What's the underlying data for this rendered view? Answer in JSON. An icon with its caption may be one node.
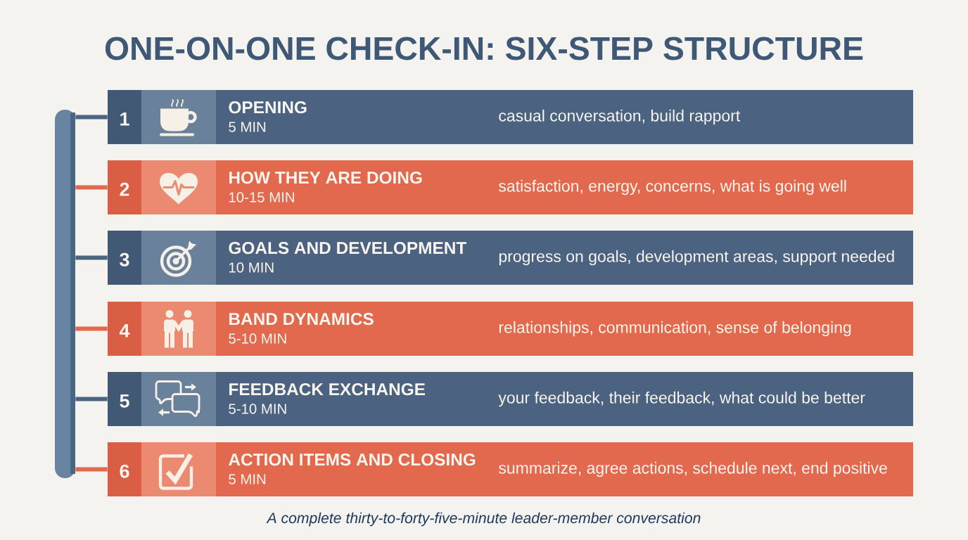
{
  "diagram": {
    "title": "ONE-ON-ONE CHECK-IN: SIX-STEP STRUCTURE",
    "nodes": [
      {
        "text": [],
        "shape": "bar"
      },
      {
        "text": [
          "1",
          "OPENING",
          "5 MIN",
          "casual conversation, build rapport"
        ]
      },
      {
        "text": [
          "2",
          "HOW THEY ARE DOING",
          "10-15 MIN",
          "satisfaction, energy, concerns, what is going well"
        ]
      },
      {
        "text": [
          "3",
          "GOALS AND DEVELOPMENT",
          "10 MIN",
          "progress on goals, development areas, support needed"
        ]
      },
      {
        "text": [
          "4",
          "BAND DYNAMICS",
          "5-10 MIN",
          "relationships, communication, sense of belonging"
        ]
      },
      {
        "text": [
          "5",
          "FEEDBACK EXCHANGE",
          "5-10 MIN",
          "your feedback, their feedback, what could be better"
        ]
      },
      {
        "text": [
          "6",
          "ACTION ITEMS AND CLOSING",
          "5 MIN",
          "summarize, agree actions, schedule next, end positive"
        ]
      }
    ],
    "edges": [
      {
        "from": 0,
        "to": 1,
        "arrow": "none"
      },
      {
        "from": 0,
        "to": 2,
        "arrow": "none",
        "color": "#e0694e"
      },
      {
        "from": 0,
        "to": 3,
        "arrow": "none"
      },
      {
        "from": 0,
        "to": 4,
        "arrow": "none",
        "color": "#e0694e"
      },
      {
        "from": 0,
        "to": 5,
        "arrow": "none"
      },
      {
        "from": 0,
        "to": 6,
        "arrow": "none",
        "color": "#e0694e"
      }
    ],
    "caption": "A complete thirty-to-forty-five-minute leader-member conversation"
  }
}
